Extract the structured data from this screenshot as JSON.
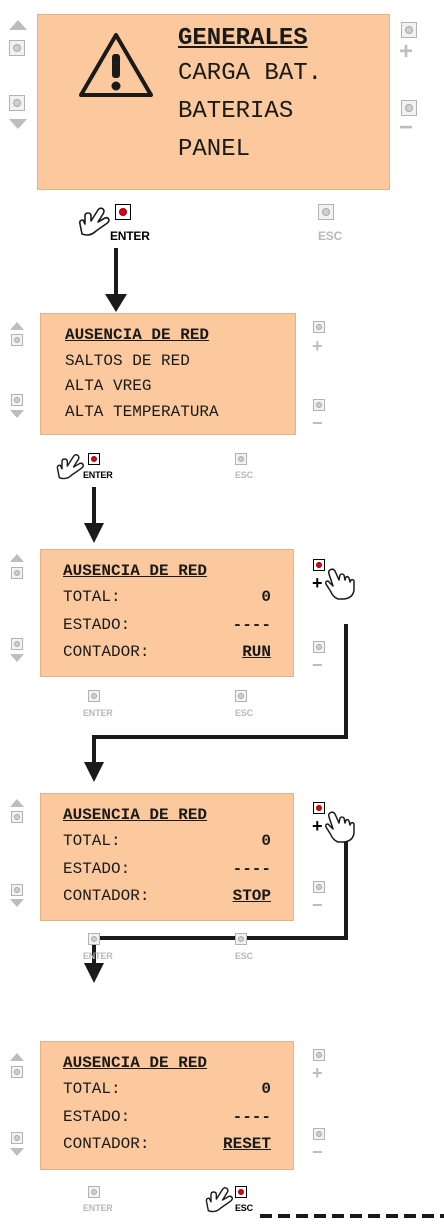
{
  "screen1": {
    "lines": [
      "GENERALES",
      "CARGA BAT.",
      "BATERIAS",
      "PANEL"
    ]
  },
  "screen2": {
    "lines": [
      "AUSENCIA DE RED",
      "SALTOS DE RED",
      "ALTA VREG",
      "ALTA TEMPERATURA"
    ]
  },
  "screen3": {
    "title": "AUSENCIA DE RED",
    "rows": [
      {
        "label": "TOTAL:",
        "value": "0"
      },
      {
        "label": "ESTADO:",
        "value": "----"
      },
      {
        "label": "CONTADOR:",
        "value": "RUN"
      }
    ]
  },
  "screen4": {
    "title": "AUSENCIA DE RED",
    "rows": [
      {
        "label": "TOTAL:",
        "value": "0"
      },
      {
        "label": "ESTADO:",
        "value": "----"
      },
      {
        "label": "CONTADOR:",
        "value": "STOP"
      }
    ]
  },
  "screen5": {
    "title": "AUSENCIA DE RED",
    "rows": [
      {
        "label": "TOTAL:",
        "value": "0"
      },
      {
        "label": "ESTADO:",
        "value": "----"
      },
      {
        "label": "CONTADOR:",
        "value": "RESET"
      }
    ]
  },
  "buttons": {
    "enter": "ENTER",
    "esc": "ESC",
    "plus": "+",
    "minus": "−"
  },
  "colors": {
    "lcd_background": "#fbc99d",
    "active_led": "#e0001a",
    "inactive": "#bdbdbd",
    "arrow": "#1a1a1a"
  },
  "icons": [
    "warning-icon",
    "hand-pointer-icon",
    "arrow-up-icon",
    "arrow-down-icon"
  ]
}
